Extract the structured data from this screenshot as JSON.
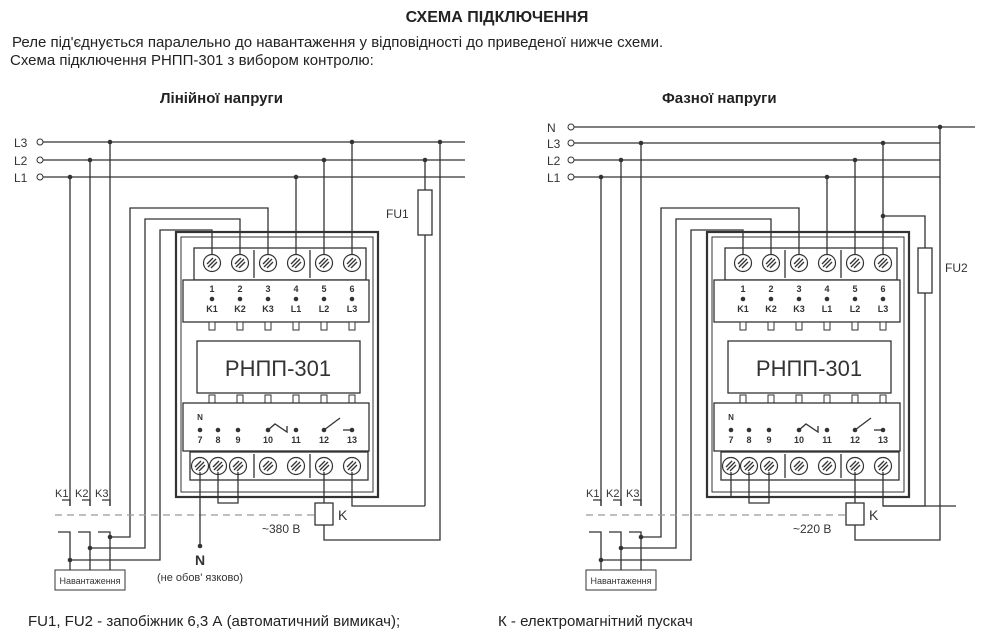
{
  "title": "СХЕМА ПІДКЛЮЧЕННЯ",
  "intro_line1": "Реле під'єднується паралельно до навантаження у відповідності до приведеної нижче схеми.",
  "intro_line2": "Схема підключення РНПП-301 з вибором контролю:",
  "diagrams": [
    {
      "heading": "Лінійної напруги",
      "lines": [
        "L3",
        "L2",
        "L1"
      ],
      "fuse": "FU1",
      "voltage": "~380 В",
      "neutral_label": "N",
      "neutral_note": "(не обов' язково)"
    },
    {
      "heading": "Фазної напруги",
      "lines": [
        "N",
        "L3",
        "L2",
        "L1"
      ],
      "fuse": "FU2",
      "voltage": "~220 В"
    }
  ],
  "device": {
    "model": "РНПП-301",
    "top_numbers": [
      "1",
      "2",
      "3",
      "4",
      "5",
      "6"
    ],
    "top_labels": [
      "K1",
      "K2",
      "K3",
      "L1",
      "L2",
      "L3"
    ],
    "bottom_numbers": [
      "7",
      "8",
      "9",
      "10",
      "11",
      "12",
      "13"
    ],
    "bottom_n_label": "N"
  },
  "load": {
    "label": "Навантаження",
    "inputs": [
      "K1",
      "K2",
      "K3"
    ]
  },
  "contactor_label": "K",
  "footer_left": "FU1, FU2 - запобіжник 6,3 А (автоматичний вимикач);",
  "footer_right": "К - електромагнітний пускач",
  "colors": {
    "line": "#333333",
    "dashed": "#999999",
    "box_fill": "#f0f0f0"
  }
}
